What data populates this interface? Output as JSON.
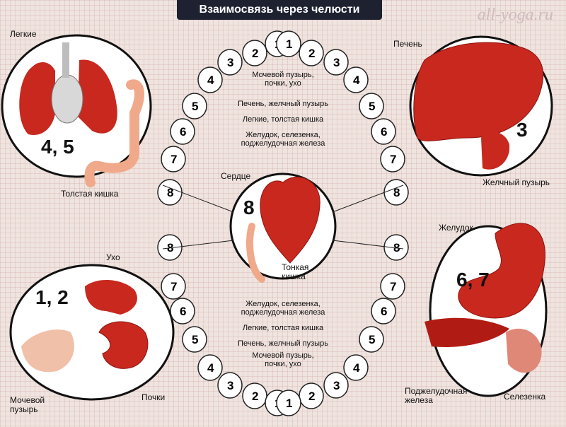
{
  "title": "Взаимосвязь через челюсти",
  "watermark": "all-yoga.ru",
  "organs": {
    "lungs": "Легкие",
    "colon": "Толстая кишка",
    "liver": "Печень",
    "gallbladder": "Желчный пузырь",
    "heart": "Сердце",
    "small_intestine": "Тонкая кишка",
    "ear": "Ухо",
    "bladder": "Мочевой пузырь",
    "kidneys": "Почки",
    "stomach": "Желудок",
    "pancreas": "Поджелудочная железа",
    "spleen": "Селезенка"
  },
  "tooth_groups": {
    "lungs_colon": "4, 5",
    "liver": "3",
    "heart": "8",
    "ear_kidney": "1, 2",
    "stomach": "6, 7"
  },
  "center_upper": {
    "g1": "Мочевой пузырь, почки, ухо",
    "g2": "Печень, желчный пузырь",
    "g3": "Легкие, толстая кишка",
    "g4": "Желудок, селезенка, поджелудочная железа"
  },
  "center_lower": {
    "g1": "Желудок, селезенка, поджелудочная железа",
    "g2": "Легкие, толстая кишка",
    "g3": "Печень, желчный пузырь",
    "g4": "Мочевой пузырь, почки, ухо"
  },
  "teeth_numbers": {
    "t1": "1",
    "t2": "2",
    "t3": "3",
    "t4": "4",
    "t5": "5",
    "t6": "6",
    "t7": "7",
    "t8": "8"
  },
  "colors": {
    "organ": "#c8281e",
    "organ_dark": "#8f1410",
    "panel": "#ffffff",
    "title_bg": "#1d2130"
  }
}
